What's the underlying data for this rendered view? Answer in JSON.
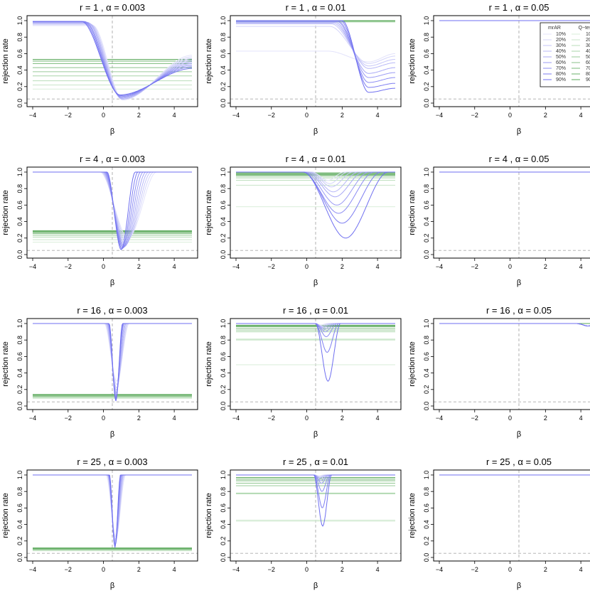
{
  "colors": {
    "mrar": "#6f6ff0",
    "qtest": "#5aa85a",
    "ref": "#aaaaaa"
  },
  "legend": {
    "headers": [
      "mrAR",
      "Q−test"
    ],
    "levels": [
      "10%",
      "20%",
      "30%",
      "40%",
      "50%",
      "60%",
      "70%",
      "80%",
      "90%"
    ]
  },
  "chart_data": [
    {
      "type": "line",
      "title": "r = 1 ,  α = 0.003",
      "xlabel": "β",
      "ylabel": "rejection rate",
      "xlim": [
        -4,
        5
      ],
      "ylim": [
        0,
        1
      ],
      "xticks": [
        "−4",
        "−2",
        "0",
        "2",
        "4"
      ],
      "yticks": [
        "0.0",
        "0.2",
        "0.4",
        "0.6",
        "0.8",
        "1.0"
      ],
      "reference_lines": {
        "vertical_x": 0.5,
        "horizontal_y": 0.05
      },
      "mrar": {
        "kind": "dip",
        "center": 0.9,
        "drop_start": -0.6,
        "drop_end": 1.1,
        "tail": [
          0.58,
          0.56,
          0.54,
          0.52,
          0.5,
          0.48,
          0.46,
          0.44,
          0.42
        ],
        "bottom": [
          0.04,
          0.04,
          0.05,
          0.05,
          0.06,
          0.07,
          0.08,
          0.09,
          0.1
        ],
        "plateau": [
          0.94,
          0.95,
          0.96,
          0.97,
          0.98,
          0.98,
          0.99,
          0.99,
          0.99
        ]
      },
      "qtest": [
        0.17,
        0.22,
        0.27,
        0.33,
        0.38,
        0.43,
        0.48,
        0.51,
        0.53
      ]
    },
    {
      "type": "line",
      "title": "r = 1 ,  α = 0.01",
      "xlabel": "β",
      "ylabel": "rejection rate",
      "xlim": [
        -4,
        5
      ],
      "ylim": [
        0,
        1
      ],
      "xticks": [
        "−4",
        "−2",
        "0",
        "2",
        "4"
      ],
      "yticks": [
        "0.0",
        "0.2",
        "0.4",
        "0.6",
        "0.8",
        "1.0"
      ],
      "reference_lines": {
        "vertical_x": 0.5,
        "horizontal_y": 0.05
      },
      "mrar": {
        "kind": "late",
        "plateau": [
          0.63,
          0.93,
          0.96,
          0.97,
          0.98,
          0.99,
          0.99,
          1.0,
          1.0
        ],
        "bottom": [
          0.5,
          0.48,
          0.45,
          0.42,
          0.36,
          0.31,
          0.25,
          0.19,
          0.13
        ],
        "drop_start": [
          1.2,
          1.3,
          1.4,
          1.5,
          1.6,
          1.7,
          1.8,
          1.9,
          2.0
        ],
        "bottom_x": 3.5,
        "end": [
          0.6,
          0.57,
          0.53,
          0.49,
          0.43,
          0.37,
          0.31,
          0.24,
          0.18
        ]
      },
      "qtest": [
        0.98,
        0.985,
        0.99,
        0.99,
        0.993,
        0.995,
        0.997,
        0.998,
        0.999
      ]
    },
    {
      "type": "line",
      "title": "r = 1 ,  α = 0.05",
      "xlabel": "β",
      "ylabel": "rejection rate",
      "xlim": [
        -4,
        5
      ],
      "ylim": [
        0,
        1
      ],
      "xticks": [
        "−4",
        "−2",
        "0",
        "2",
        "4"
      ],
      "yticks": [
        "0.0",
        "0.2",
        "0.4",
        "0.6",
        "0.8",
        "1.0"
      ],
      "reference_lines": {
        "vertical_x": 0.5,
        "horizontal_y": 0.05
      },
      "show_legend": true,
      "mrar": {
        "kind": "flat",
        "value": 1.0
      },
      "qtest": [
        1,
        1,
        1,
        1,
        1,
        1,
        1,
        1,
        1
      ]
    },
    {
      "type": "line",
      "title": "r = 4 ,  α = 0.003",
      "xlabel": "β",
      "ylabel": "rejection rate",
      "xlim": [
        -4,
        5
      ],
      "ylim": [
        0,
        1
      ],
      "xticks": [
        "−4",
        "−2",
        "0",
        "2",
        "4"
      ],
      "yticks": [
        "0.0",
        "0.2",
        "0.4",
        "0.6",
        "0.8",
        "1.0"
      ],
      "reference_lines": {
        "vertical_x": 0.5,
        "horizontal_y": 0.05
      },
      "mrar": {
        "kind": "vdip",
        "center": [
          1.4,
          1.35,
          1.3,
          1.25,
          1.2,
          1.15,
          1.1,
          1.05,
          1.0
        ],
        "width": [
          1.6,
          1.5,
          1.4,
          1.3,
          1.2,
          1.1,
          1.0,
          0.9,
          0.8
        ],
        "bottom": [
          0.2,
          0.18,
          0.15,
          0.12,
          0.1,
          0.09,
          0.08,
          0.07,
          0.06
        ]
      },
      "qtest": [
        0.15,
        0.18,
        0.21,
        0.23,
        0.25,
        0.26,
        0.27,
        0.28,
        0.29
      ]
    },
    {
      "type": "line",
      "title": "r = 4 ,  α = 0.01",
      "xlabel": "β",
      "ylabel": "rejection rate",
      "xlim": [
        -4,
        5
      ],
      "ylim": [
        0,
        1
      ],
      "xticks": [
        "−4",
        "−2",
        "0",
        "2",
        "4"
      ],
      "yticks": [
        "0.0",
        "0.2",
        "0.4",
        "0.6",
        "0.8",
        "1.0"
      ],
      "reference_lines": {
        "vertical_x": 0.5,
        "horizontal_y": 0.05
      },
      "mrar": {
        "kind": "vdip",
        "center": [
          1.2,
          1.3,
          1.4,
          1.5,
          1.6,
          1.7,
          1.8,
          2.0,
          2.2
        ],
        "width": [
          0.9,
          1.0,
          1.2,
          1.4,
          1.6,
          1.8,
          2.0,
          2.2,
          2.4
        ],
        "bottom": [
          0.9,
          0.86,
          0.82,
          0.76,
          0.7,
          0.6,
          0.5,
          0.38,
          0.2
        ]
      },
      "qtest": [
        0.58,
        0.84,
        0.9,
        0.93,
        0.95,
        0.96,
        0.97,
        0.98,
        0.99
      ]
    },
    {
      "type": "line",
      "title": "r = 4 ,  α = 0.05",
      "xlabel": "β",
      "ylabel": "rejection rate",
      "xlim": [
        -4,
        5
      ],
      "ylim": [
        0,
        1
      ],
      "xticks": [
        "−4",
        "−2",
        "0",
        "2",
        "4"
      ],
      "yticks": [
        "0.0",
        "0.2",
        "0.4",
        "0.6",
        "0.8",
        "1.0"
      ],
      "reference_lines": {
        "vertical_x": 0.5,
        "horizontal_y": 0.05
      },
      "mrar": {
        "kind": "flat",
        "value": 1.0
      },
      "qtest": [
        1,
        1,
        1,
        1,
        1,
        1,
        1,
        1,
        1
      ]
    },
    {
      "type": "line",
      "title": "r = 16 ,  α = 0.003",
      "xlabel": "β",
      "ylabel": "rejection rate",
      "xlim": [
        -4,
        5
      ],
      "ylim": [
        0,
        1
      ],
      "xticks": [
        "−4",
        "−2",
        "0",
        "2",
        "4"
      ],
      "yticks": [
        "0.0",
        "0.2",
        "0.4",
        "0.6",
        "0.8",
        "1.0"
      ],
      "reference_lines": {
        "vertical_x": 0.5,
        "horizontal_y": 0.05
      },
      "mrar": {
        "kind": "vdip",
        "center": [
          0.75,
          0.75,
          0.74,
          0.73,
          0.72,
          0.71,
          0.7,
          0.7,
          0.7
        ],
        "width": [
          0.7,
          0.65,
          0.6,
          0.55,
          0.5,
          0.45,
          0.42,
          0.4,
          0.38
        ],
        "bottom": [
          0.3,
          0.26,
          0.22,
          0.19,
          0.16,
          0.13,
          0.1,
          0.08,
          0.06
        ]
      },
      "qtest": [
        0.09,
        0.1,
        0.11,
        0.11,
        0.12,
        0.12,
        0.13,
        0.13,
        0.14
      ]
    },
    {
      "type": "line",
      "title": "r = 16 ,  α = 0.01",
      "xlabel": "β",
      "ylabel": "rejection rate",
      "xlim": [
        -4,
        5
      ],
      "ylim": [
        0,
        1
      ],
      "xticks": [
        "−4",
        "−2",
        "0",
        "2",
        "4"
      ],
      "yticks": [
        "0.0",
        "0.2",
        "0.4",
        "0.6",
        "0.8",
        "1.0"
      ],
      "reference_lines": {
        "vertical_x": 0.5,
        "horizontal_y": 0.05
      },
      "mrar": {
        "kind": "vdip",
        "center": [
          0.8,
          0.85,
          0.9,
          0.95,
          1.0,
          1.05,
          1.1,
          1.15,
          1.2
        ],
        "width": [
          0.3,
          0.35,
          0.4,
          0.45,
          0.5,
          0.55,
          0.6,
          0.65,
          0.7
        ],
        "bottom": [
          0.98,
          0.97,
          0.96,
          0.95,
          0.93,
          0.9,
          0.84,
          0.65,
          0.3
        ]
      },
      "qtest": [
        0.5,
        0.8,
        0.81,
        0.9,
        0.92,
        0.94,
        0.96,
        0.97,
        0.98
      ]
    },
    {
      "type": "line",
      "title": "r = 16 ,  α = 0.05",
      "xlabel": "β",
      "ylabel": "rejection rate",
      "xlim": [
        -4,
        5
      ],
      "ylim": [
        0,
        1
      ],
      "xticks": [
        "−4",
        "−2",
        "0",
        "2",
        "4"
      ],
      "yticks": [
        "0.0",
        "0.2",
        "0.4",
        "0.6",
        "0.8",
        "1.0"
      ],
      "reference_lines": {
        "vertical_x": 0.5,
        "horizontal_y": 0.05
      },
      "mrar": {
        "kind": "tail",
        "value": 1.0,
        "dip_x": 4.4,
        "dip_y": 0.97
      },
      "qtest": [
        1,
        1,
        1,
        1,
        1,
        1,
        1,
        1,
        1
      ]
    },
    {
      "type": "line",
      "title": "r = 25 ,  α = 0.003",
      "xlabel": "β",
      "ylabel": "rejection rate",
      "xlim": [
        -4,
        5
      ],
      "ylim": [
        0,
        1
      ],
      "xticks": [
        "−4",
        "−2",
        "0",
        "2",
        "4"
      ],
      "yticks": [
        "0.0",
        "0.2",
        "0.4",
        "0.6",
        "0.8",
        "1.0"
      ],
      "reference_lines": {
        "vertical_x": 0.5,
        "horizontal_y": 0.05
      },
      "mrar": {
        "kind": "vdip",
        "center": [
          0.7,
          0.7,
          0.69,
          0.68,
          0.67,
          0.66,
          0.65,
          0.65,
          0.65
        ],
        "width": [
          0.55,
          0.5,
          0.47,
          0.44,
          0.41,
          0.38,
          0.35,
          0.33,
          0.31
        ],
        "bottom": [
          0.25,
          0.22,
          0.2,
          0.18,
          0.16,
          0.15,
          0.14,
          0.13,
          0.12
        ]
      },
      "qtest": [
        0.08,
        0.085,
        0.09,
        0.095,
        0.1,
        0.1,
        0.105,
        0.11,
        0.115
      ]
    },
    {
      "type": "line",
      "title": "r = 25 ,  α = 0.01",
      "xlabel": "β",
      "ylabel": "rejection rate",
      "xlim": [
        -4,
        5
      ],
      "ylim": [
        0,
        1
      ],
      "xticks": [
        "−4",
        "−2",
        "0",
        "2",
        "4"
      ],
      "yticks": [
        "0.0",
        "0.2",
        "0.4",
        "0.6",
        "0.8",
        "1.0"
      ],
      "reference_lines": {
        "vertical_x": 0.5,
        "horizontal_y": 0.05
      },
      "mrar": {
        "kind": "vdip",
        "center": [
          0.7,
          0.72,
          0.75,
          0.78,
          0.8,
          0.83,
          0.86,
          0.88,
          0.9
        ],
        "width": [
          0.25,
          0.28,
          0.31,
          0.34,
          0.37,
          0.4,
          0.43,
          0.46,
          0.5
        ],
        "bottom": [
          0.99,
          0.98,
          0.97,
          0.96,
          0.93,
          0.9,
          0.8,
          0.6,
          0.38
        ]
      },
      "qtest": [
        0.44,
        0.45,
        0.77,
        0.78,
        0.87,
        0.9,
        0.93,
        0.95,
        0.97
      ]
    },
    {
      "type": "line",
      "title": "r = 25 ,  α = 0.05",
      "xlabel": "β",
      "ylabel": "rejection rate",
      "xlim": [
        -4,
        5
      ],
      "ylim": [
        0,
        1
      ],
      "xticks": [
        "−4",
        "−2",
        "0",
        "2",
        "4"
      ],
      "yticks": [
        "0.0",
        "0.2",
        "0.4",
        "0.6",
        "0.8",
        "1.0"
      ],
      "reference_lines": {
        "vertical_x": 0.5,
        "horizontal_y": 0.05
      },
      "mrar": {
        "kind": "flat",
        "value": 1.0
      },
      "qtest": [
        1,
        1,
        1,
        1,
        1,
        1,
        1,
        1,
        1
      ]
    }
  ]
}
